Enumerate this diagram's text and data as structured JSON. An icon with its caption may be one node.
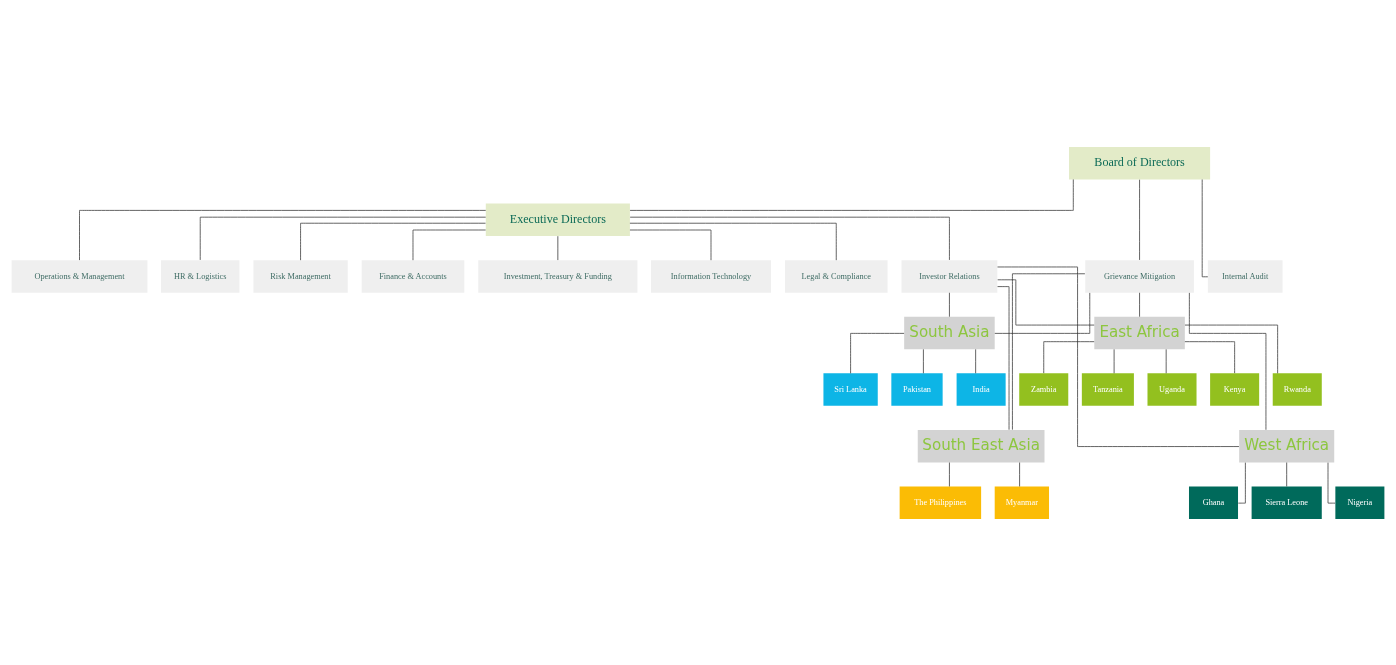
{
  "diagram": {
    "nodes": [
      {
        "text": [
          "Board of Directors"
        ]
      },
      {
        "text": [
          "Executive Directors"
        ]
      },
      {
        "text": [
          "Investor Relations"
        ]
      },
      {
        "text": [
          "Finance & Accounts"
        ]
      },
      {
        "text": [
          "Investment, Treasury & Funding"
        ]
      },
      {
        "text": [
          "Information Technology"
        ]
      },
      {
        "text": [
          "Legal & Compliance"
        ]
      },
      {
        "text": [
          "Operations & Management"
        ]
      },
      {
        "text": [
          "HR & Logistics"
        ]
      },
      {
        "text": [
          "Risk Management"
        ]
      },
      {
        "text": [
          "Internal Audit"
        ]
      },
      {
        "text": [
          "Grievance Mitigation"
        ]
      },
      {
        "text": [
          "South Asia"
        ]
      },
      {
        "text": [
          "East Africa"
        ]
      },
      {
        "text": [
          "South East Asia"
        ]
      },
      {
        "text": [
          "West Africa"
        ]
      },
      {
        "text": [
          "India"
        ]
      },
      {
        "text": [
          "Pakistan"
        ]
      },
      {
        "text": [
          "Sri Lanka"
        ]
      },
      {
        "text": [
          "Tanzania"
        ]
      },
      {
        "text": [
          "Uganda"
        ]
      },
      {
        "text": [
          "Kenya"
        ]
      },
      {
        "text": [
          "Rwanda"
        ]
      },
      {
        "text": [
          "Zambia"
        ]
      },
      {
        "text": [
          "The Philippines"
        ]
      },
      {
        "text": [
          "Myanmar"
        ]
      },
      {
        "text": [
          "Nigeria"
        ]
      },
      {
        "text": [
          "Ghana"
        ]
      },
      {
        "text": [
          "Sierra Leone"
        ]
      }
    ],
    "edges": [
      {
        "from": 0,
        "to": 1,
        "arrow": "none"
      },
      {
        "from": 0,
        "to": 10,
        "arrow": "none"
      },
      {
        "from": 0,
        "to": 11,
        "arrow": "none"
      },
      {
        "from": 1,
        "to": 2,
        "arrow": "none"
      },
      {
        "from": 1,
        "to": 3,
        "arrow": "none"
      },
      {
        "from": 1,
        "to": 4,
        "arrow": "none"
      },
      {
        "from": 1,
        "to": 5,
        "arrow": "none"
      },
      {
        "from": 1,
        "to": 6,
        "arrow": "none"
      },
      {
        "from": 1,
        "to": 7,
        "arrow": "none"
      },
      {
        "from": 1,
        "to": 8,
        "arrow": "none"
      },
      {
        "from": 1,
        "to": 9,
        "arrow": "none"
      },
      {
        "from": 2,
        "to": 12,
        "arrow": "none"
      },
      {
        "from": 2,
        "to": 13,
        "arrow": "none"
      },
      {
        "from": 2,
        "to": 14,
        "arrow": "none"
      },
      {
        "from": 2,
        "to": 15,
        "arrow": "none"
      },
      {
        "from": 11,
        "to": 12,
        "arrow": "none"
      },
      {
        "from": 11,
        "to": 13,
        "arrow": "none"
      },
      {
        "from": 11,
        "to": 14,
        "arrow": "none"
      },
      {
        "from": 11,
        "to": 15,
        "arrow": "none"
      },
      {
        "from": 12,
        "to": 16,
        "arrow": "none"
      },
      {
        "from": 12,
        "to": 17,
        "arrow": "none"
      },
      {
        "from": 12,
        "to": 18,
        "arrow": "none"
      },
      {
        "from": 13,
        "to": 19,
        "arrow": "none"
      },
      {
        "from": 13,
        "to": 20,
        "arrow": "none"
      },
      {
        "from": 13,
        "to": 21,
        "arrow": "none"
      },
      {
        "from": 13,
        "to": 22,
        "arrow": "none"
      },
      {
        "from": 13,
        "to": 23,
        "arrow": "none"
      },
      {
        "from": 14,
        "to": 24,
        "arrow": "none"
      },
      {
        "from": 14,
        "to": 25,
        "arrow": "none"
      },
      {
        "from": 15,
        "to": 26,
        "arrow": "none"
      },
      {
        "from": 15,
        "to": 27,
        "arrow": "none"
      },
      {
        "from": 15,
        "to": 28,
        "arrow": "none"
      }
    ]
  }
}
